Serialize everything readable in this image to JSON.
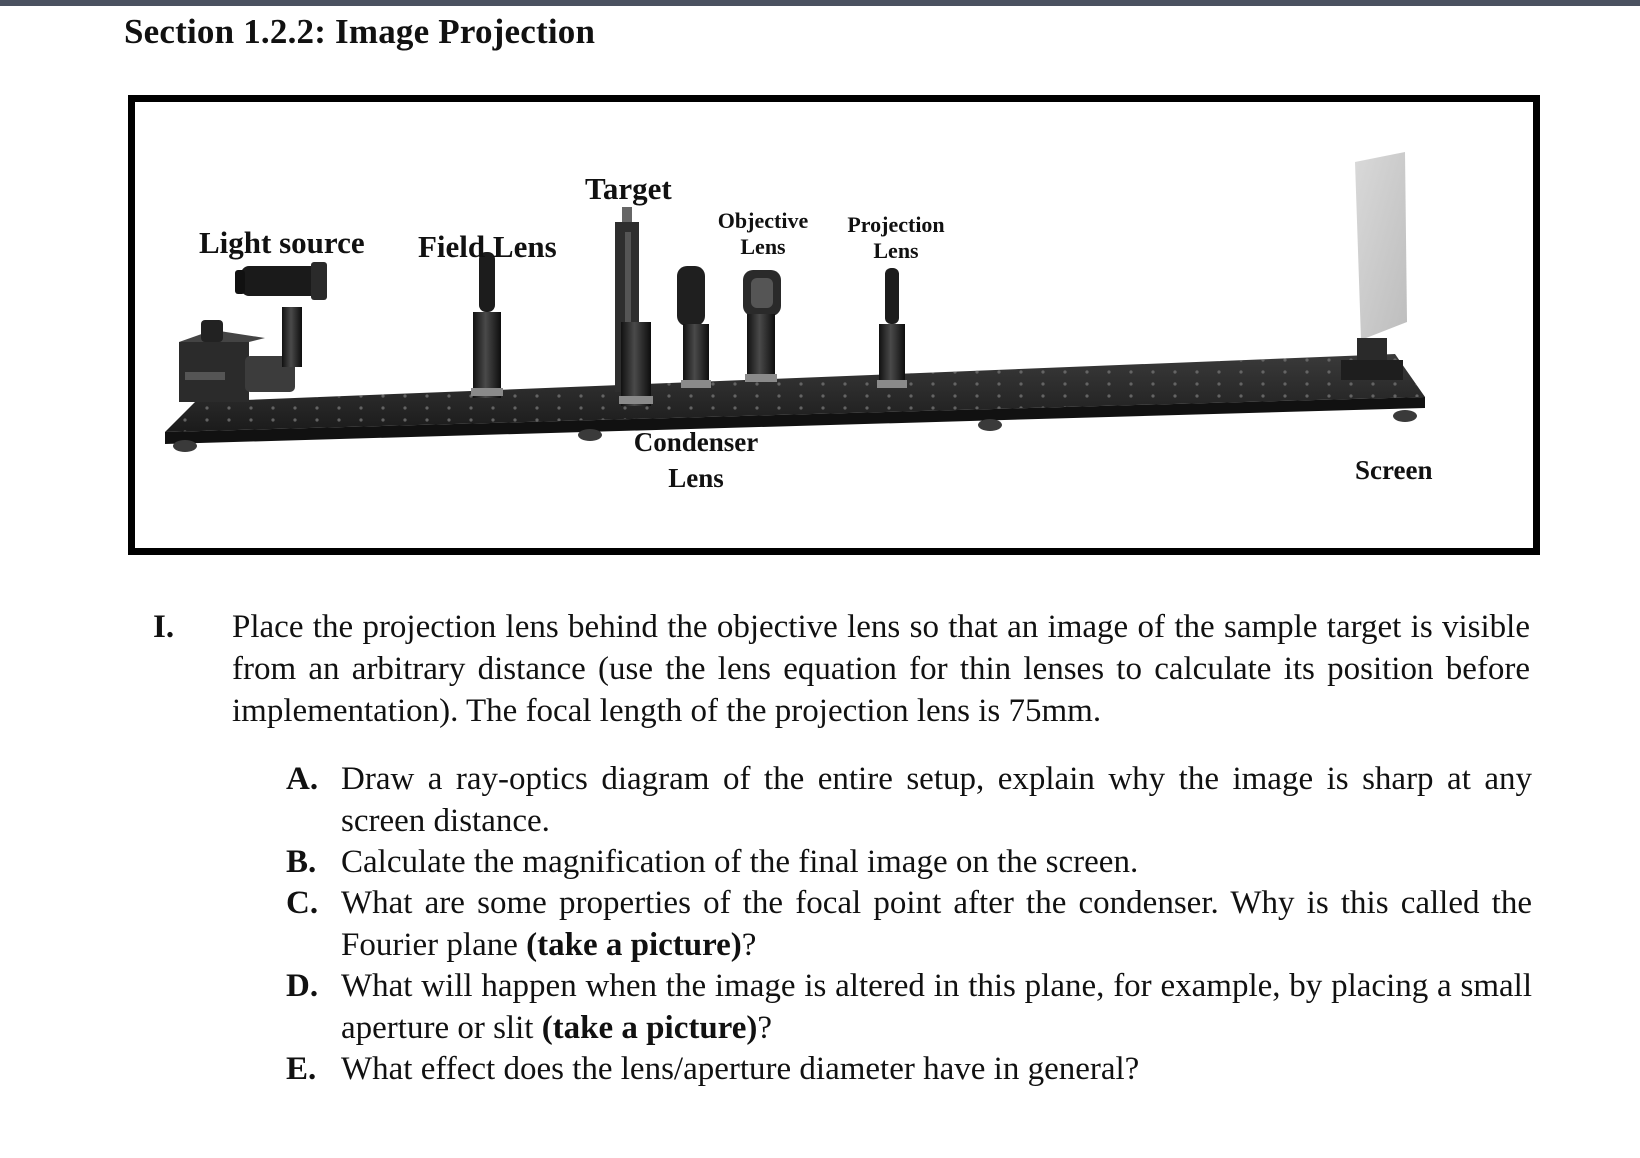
{
  "section_title": "Section 1.2.2: Image Projection",
  "figure": {
    "labels": {
      "light_source": "Light source",
      "field_lens": "Field Lens",
      "target": "Target",
      "objective_lens_line1": "Objective",
      "objective_lens_line2": "Lens",
      "projection_lens_line1": "Projection",
      "projection_lens_line2": "Lens",
      "condenser_lens_line1": "Condenser",
      "condenser_lens_line2": "Lens",
      "screen": "Screen"
    }
  },
  "question": {
    "marker": "I.",
    "text": "Place the projection lens behind the objective lens so that an image of the sample target is visible from an arbitrary distance (use the lens equation for thin lenses to calculate its position before implementation). The focal length of the projection lens is 75mm.",
    "subquestions": [
      {
        "marker": "A.",
        "text": "Draw a ray-optics diagram of the entire setup, explain why the image is sharp at any screen distance.",
        "bold_text": "",
        "tail": ""
      },
      {
        "marker": "B.",
        "text": "Calculate the magnification of the final image on the screen.",
        "bold_text": "",
        "tail": ""
      },
      {
        "marker": "C.",
        "text": "What are some properties of the focal point after the condenser. Why is this called the Fourier plane ",
        "bold_text": "(take a picture)",
        "tail": "?"
      },
      {
        "marker": "D.",
        "text": "What will happen when the image is altered in this plane, for example, by placing a small aperture or slit ",
        "bold_text": "(take a picture)",
        "tail": "?"
      },
      {
        "marker": "E.",
        "text": "What effect does the lens/aperture diameter have in general?",
        "bold_text": "",
        "tail": ""
      }
    ]
  }
}
